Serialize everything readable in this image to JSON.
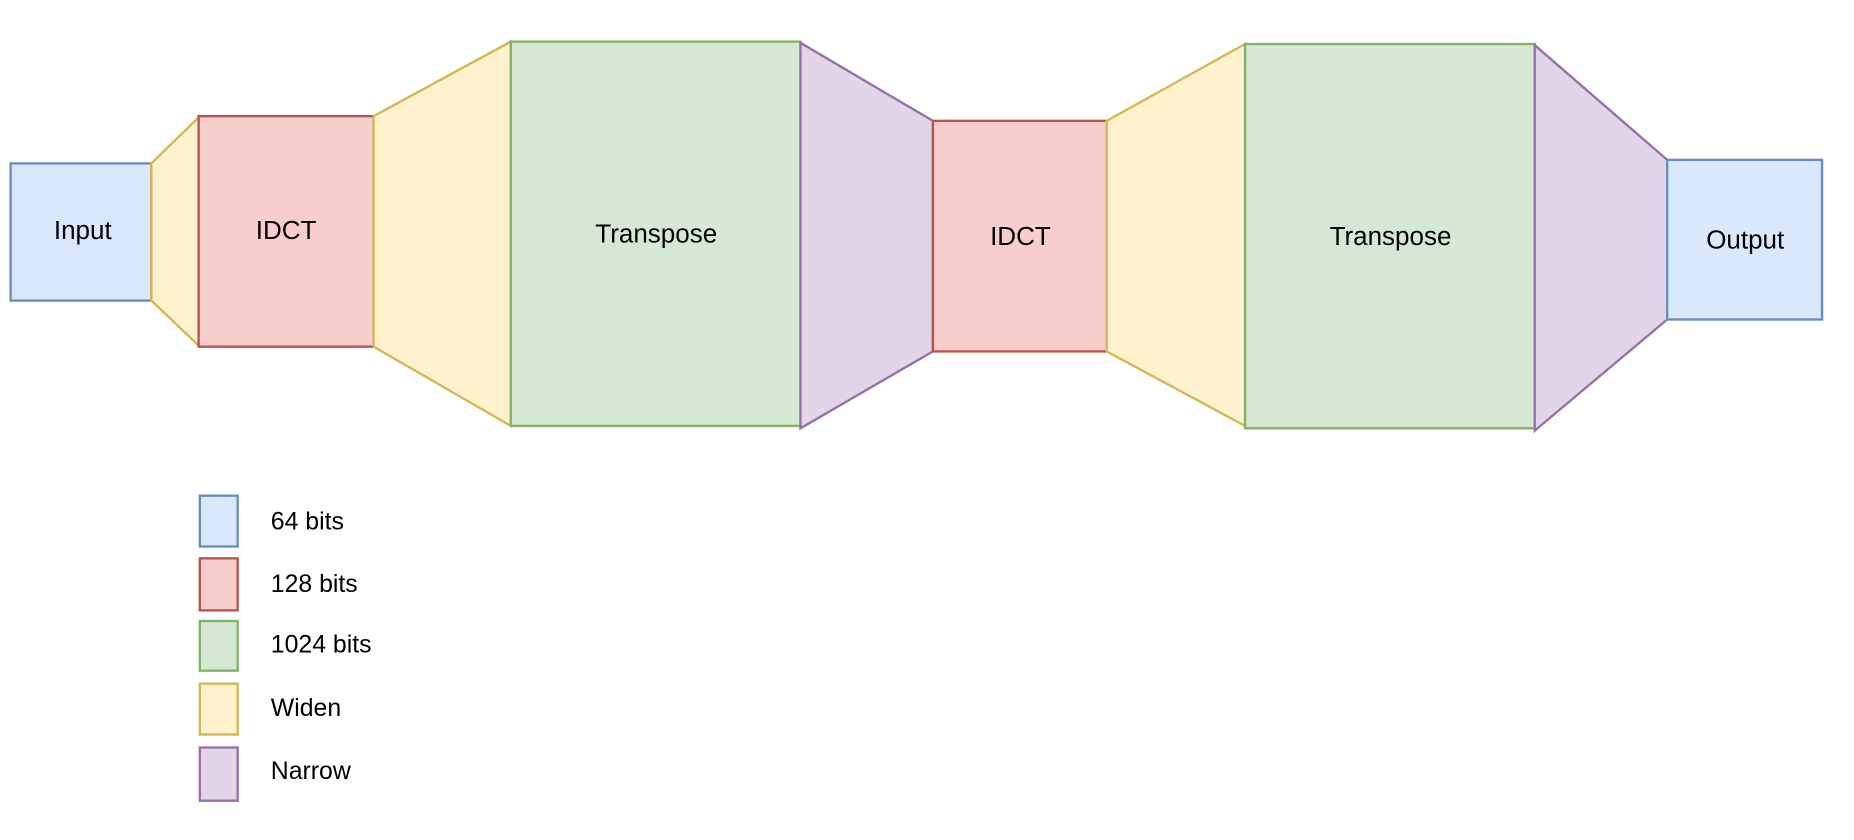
{
  "diagram": {
    "blocks": {
      "input": "Input",
      "idct1": "IDCT",
      "transpose1": "Transpose",
      "idct2": "IDCT",
      "transpose2": "Transpose",
      "output": "Output"
    },
    "legend": [
      {
        "label": "64 bits",
        "fill": "#dae8fc",
        "stroke": "#6c8ebf"
      },
      {
        "label": "128 bits",
        "fill": "#f8cecc",
        "stroke": "#b85450"
      },
      {
        "label": "1024 bits",
        "fill": "#d5e8d4",
        "stroke": "#82b366"
      },
      {
        "label": "Widen",
        "fill": "#fff2cc",
        "stroke": "#d6b656"
      },
      {
        "label": "Narrow",
        "fill": "#e1d5e7",
        "stroke": "#9673a6"
      }
    ]
  }
}
